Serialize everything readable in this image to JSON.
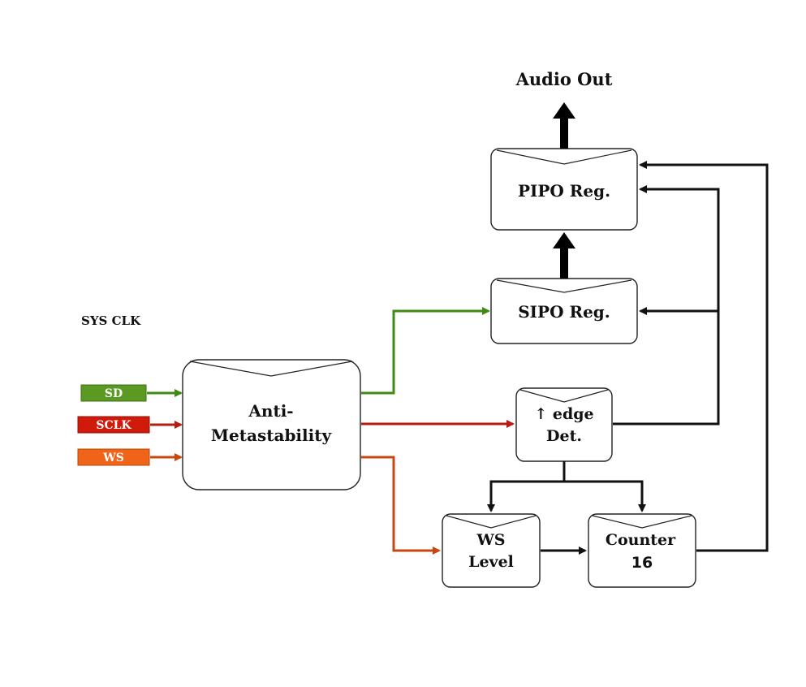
{
  "diagram": {
    "sys_clk_label": "SYS CLK",
    "inputs": {
      "sd": {
        "label": "SD",
        "color": "#5a9a22"
      },
      "sclk": {
        "label": "SCLK",
        "color": "#d01a0c"
      },
      "ws": {
        "label": "WS",
        "color": "#ef6418"
      }
    },
    "blocks": {
      "anti_meta": {
        "line1": "Anti-",
        "line2": "Metastability"
      },
      "sipo": {
        "label": "SIPO Reg."
      },
      "pipo": {
        "label": "PIPO Reg."
      },
      "edge_det": {
        "line1": "↑ edge",
        "line2": "Det."
      },
      "ws_level": {
        "line1": "WS",
        "line2": "Level"
      },
      "counter": {
        "line1": "Counter",
        "line2": "16"
      }
    },
    "output_label": "Audio Out",
    "colors": {
      "sd_wire": "#3f8a12",
      "sclk_wire": "#b51c12",
      "ws_wire": "#c9460f",
      "control_wire": "#111111"
    }
  }
}
